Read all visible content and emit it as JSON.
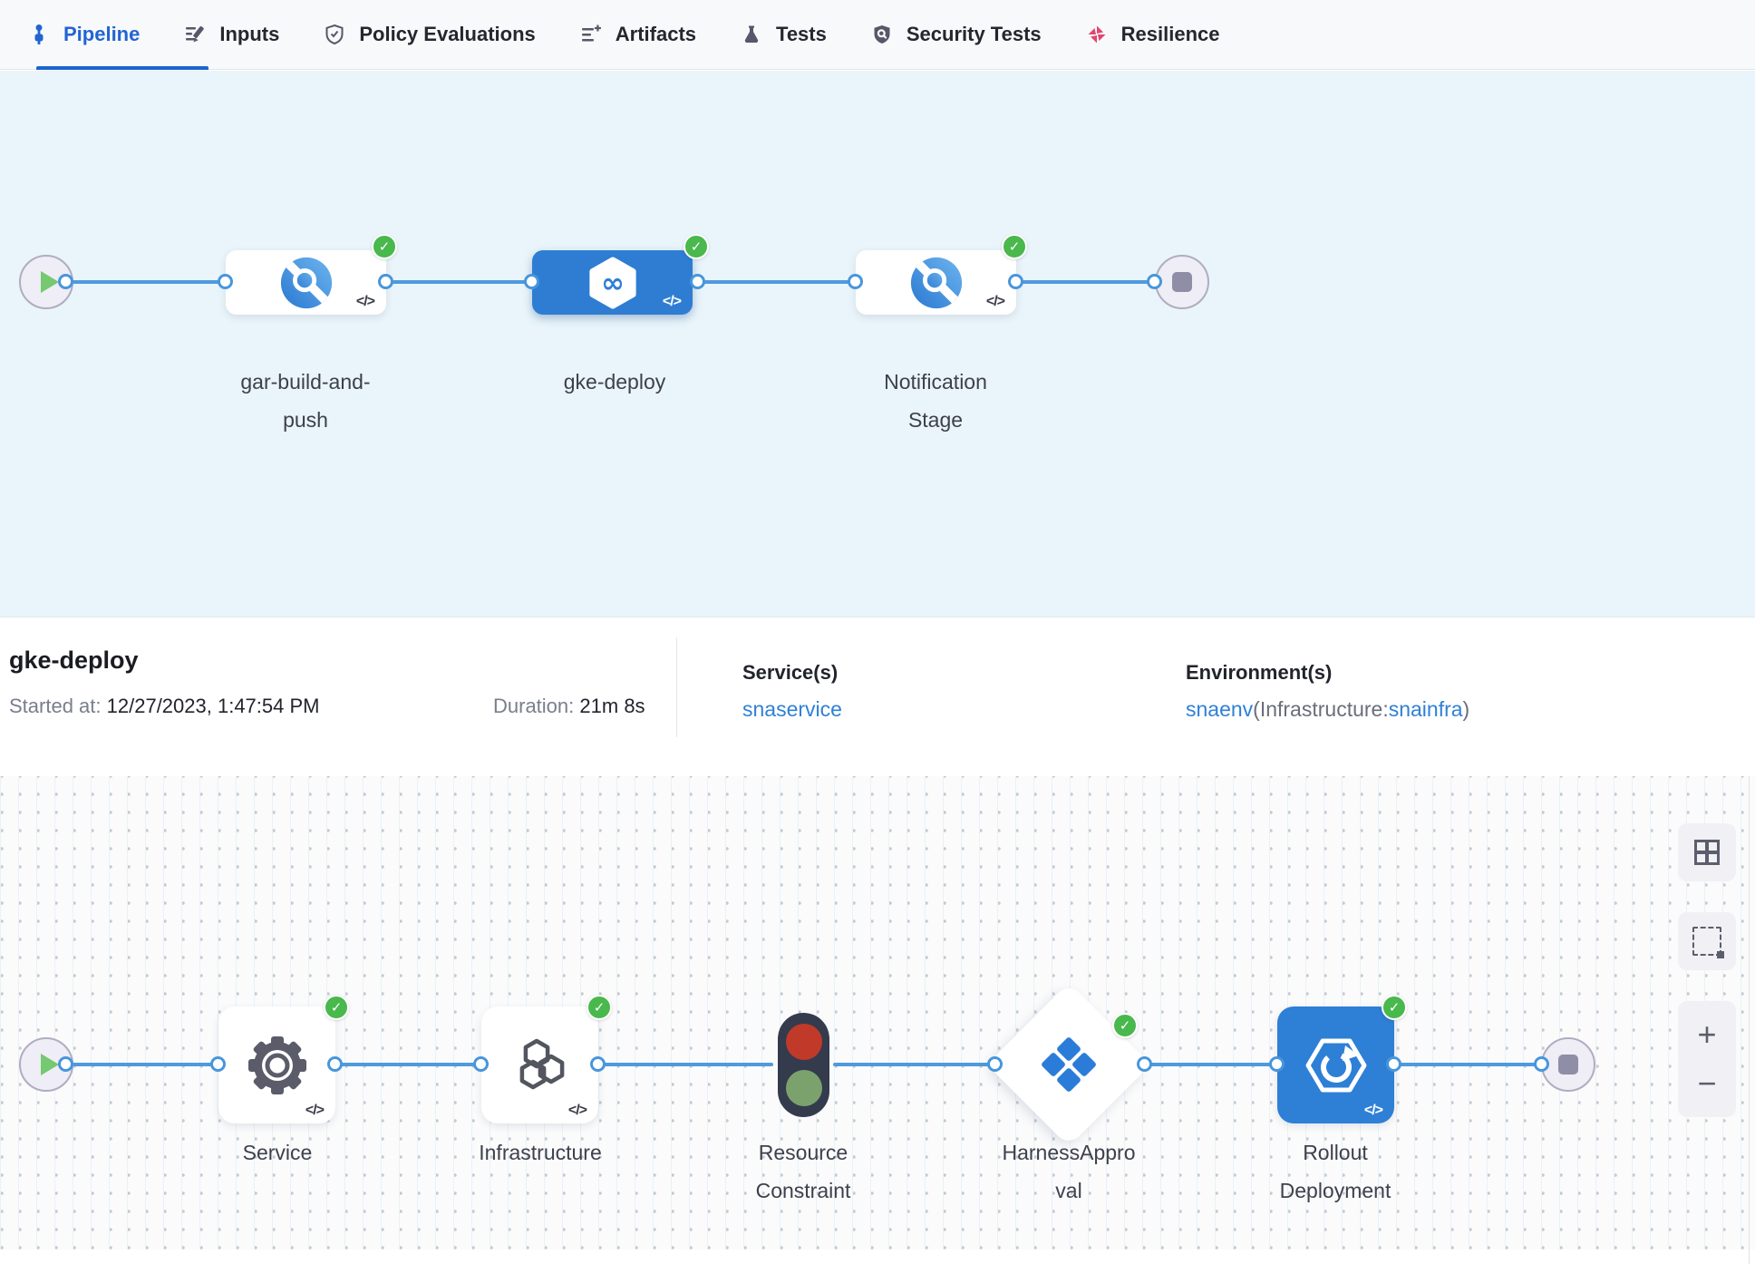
{
  "ui": {
    "check_glyph": "✓",
    "code_glyph": "</>"
  },
  "tabs": [
    {
      "label": "Pipeline",
      "icon": "pipeline-icon",
      "active": true
    },
    {
      "label": "Inputs",
      "icon": "inputs-icon",
      "active": false
    },
    {
      "label": "Policy Evaluations",
      "icon": "policy-shield-icon",
      "active": false
    },
    {
      "label": "Artifacts",
      "icon": "artifacts-icon",
      "active": false
    },
    {
      "label": "Tests",
      "icon": "flask-icon",
      "active": false
    },
    {
      "label": "Security Tests",
      "icon": "security-shield-icon",
      "active": false
    },
    {
      "label": "Resilience",
      "icon": "resilience-icon",
      "active": false
    }
  ],
  "top_pipeline": {
    "stages": [
      {
        "name": "gar-build-and-push",
        "icon": "custom-stage-icon",
        "status": "success",
        "selected": false
      },
      {
        "name": "gke-deploy",
        "icon": "cd-stage-icon",
        "status": "success",
        "selected": true
      },
      {
        "name": "Notification Stage",
        "icon": "custom-stage-icon",
        "status": "success",
        "selected": false
      }
    ]
  },
  "summary": {
    "title": "gke-deploy",
    "started_label": "Started at:",
    "started_value": "12/27/2023, 1:47:54 PM",
    "duration_label": "Duration:",
    "duration_value": "21m 8s",
    "services_label": "Service(s)",
    "service_name": "snaservice",
    "environments_label": "Environment(s)",
    "environment_name": "snaenv",
    "environment_infra_prefix": "(Infrastructure:",
    "environment_infra_name": "snainfra",
    "environment_suffix": ")"
  },
  "execution": {
    "steps": [
      {
        "name": "Service",
        "icon": "gear-icon",
        "status": "success"
      },
      {
        "name": "Infrastructure",
        "icon": "hexagons-icon",
        "status": "success"
      },
      {
        "name": "Resource Constraint",
        "icon": "traffic-light-icon",
        "status": "none"
      },
      {
        "name": "HarnessApproval",
        "icon": "approval-diamond-icon",
        "status": "success"
      },
      {
        "name": "Rollout Deployment",
        "icon": "rollout-icon",
        "status": "success"
      }
    ]
  },
  "controls": {
    "zoom_in": "+",
    "zoom_out": "−"
  },
  "colors": {
    "accent": "#2e7fd6",
    "line": "#4e9ade",
    "success": "#49b84d",
    "active_tab": "#2264d1",
    "link": "#2f81d6",
    "canvas_top": "#e9f5fa",
    "canvas_bottom": "#fbfbfc"
  }
}
